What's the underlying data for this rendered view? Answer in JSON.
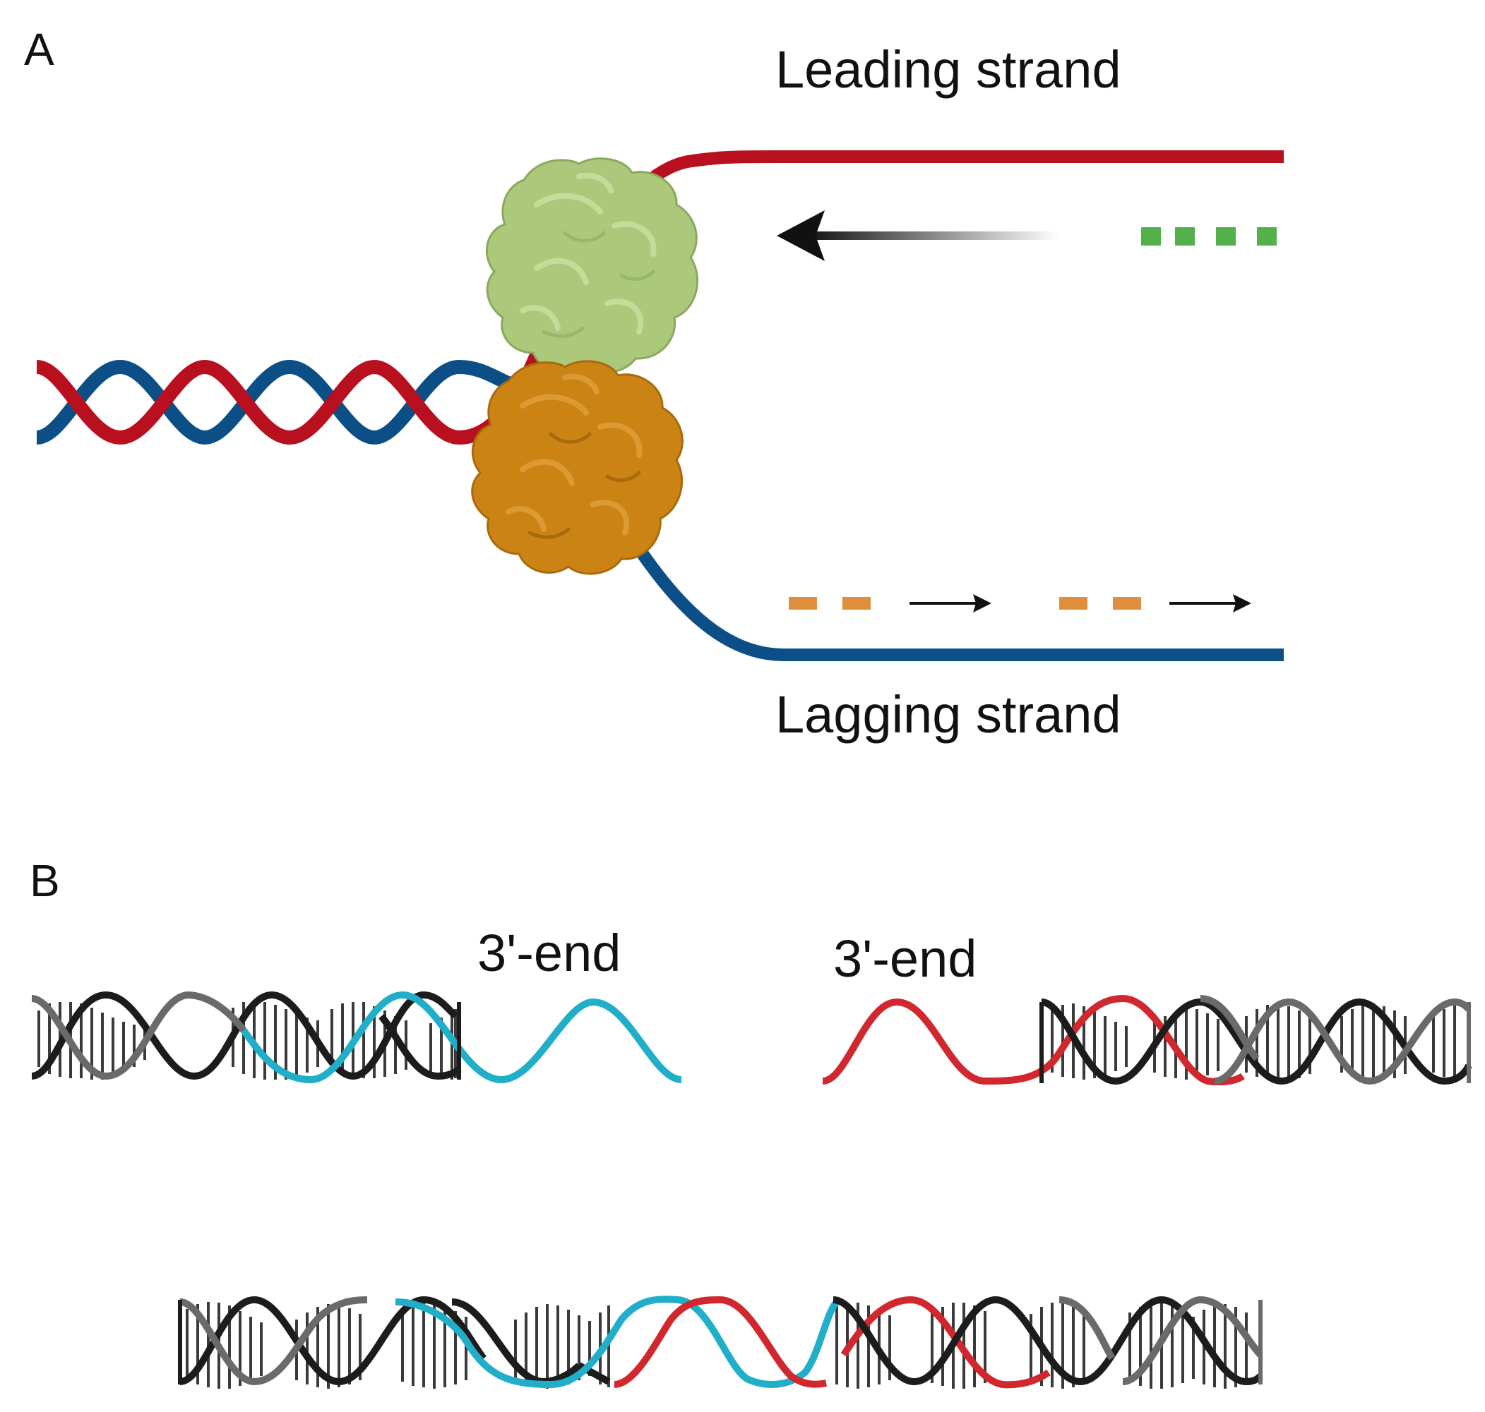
{
  "panel_a": {
    "label": "A",
    "leading_strand_label": "Leading strand",
    "lagging_strand_label": "Lagging strand"
  },
  "panel_b": {
    "label": "B",
    "left_end_label": "3'-end",
    "right_end_label": "3'-end"
  },
  "colors": {
    "leading_strand": "#b8101f",
    "lagging_strand": "#0b4f86",
    "leading_primer": "#54b04a",
    "lagging_primer": "#e08f3c",
    "leading_enzyme": "#acc97b",
    "lagging_enzyme": "#cb8414",
    "dna_dark": "#1c1c1c",
    "dna_grey": "#6a6a6a",
    "cyan_strand": "#20aec9",
    "red_strand": "#d0282e"
  }
}
